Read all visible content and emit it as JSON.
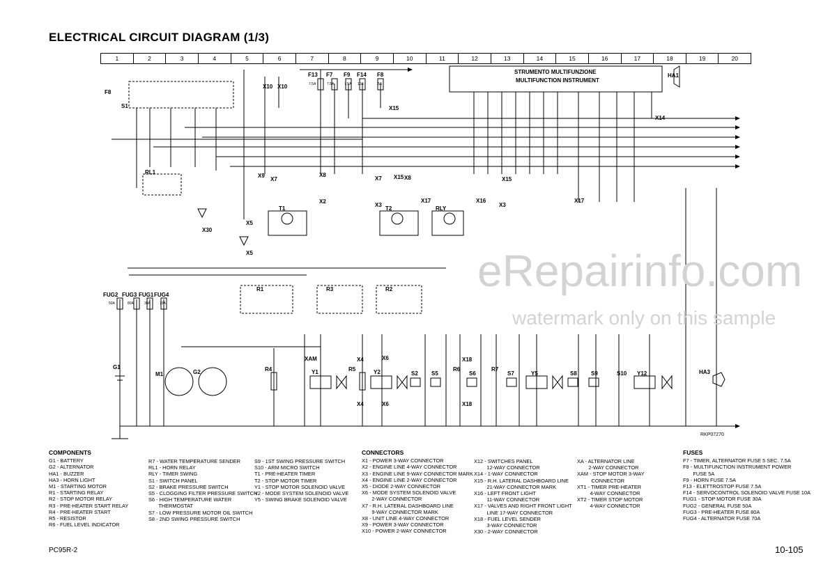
{
  "title": "ELECTRICAL CIRCUIT DIAGRAM (1/3)",
  "grid_columns": [
    "1",
    "2",
    "3",
    "4",
    "5",
    "6",
    "7",
    "8",
    "9",
    "10",
    "11",
    "12",
    "13",
    "14",
    "15",
    "16",
    "17",
    "18",
    "19",
    "20"
  ],
  "instrument": {
    "line1": "STRUMENTO MULTIFUNZIONE",
    "line2": "MULTIFUNCTION INSTRUMENT"
  },
  "fuses_top": [
    {
      "id": "F13",
      "rating": "7.5A"
    },
    {
      "id": "F7",
      "rating": "7.5A"
    },
    {
      "id": "F9",
      "rating": "7.5A"
    },
    {
      "id": "F14",
      "rating": "10A"
    },
    {
      "id": "F8",
      "rating": "5A"
    }
  ],
  "main_fuses": [
    {
      "id": "FUG2",
      "rating": "50A"
    },
    {
      "id": "FUG3",
      "rating": "80A"
    },
    {
      "id": "FUG1",
      "rating": "30A"
    },
    {
      "id": "FUG4",
      "rating": "70A"
    }
  ],
  "components_bottom": [
    "G1",
    "M1",
    "G2",
    "R4",
    "XAM",
    "Y1",
    "R5",
    "Y2",
    "S2",
    "S5",
    "R6",
    "S6",
    "R7",
    "S7",
    "Y5",
    "S8",
    "S9",
    "S10",
    "Y12",
    "HA3"
  ],
  "relay_labels": [
    "R1",
    "R3",
    "R2",
    "RL1"
  ],
  "timer_labels": [
    "T1",
    "T2",
    "RLY"
  ],
  "connector_labels": [
    "X10",
    "X10",
    "X15",
    "X15",
    "X9",
    "X7",
    "X8",
    "X2",
    "X7",
    "X15",
    "X8",
    "X17",
    "X3",
    "X16",
    "X3",
    "X17",
    "X5",
    "X5",
    "X30",
    "X4",
    "X4",
    "X6",
    "X6",
    "X18",
    "X18",
    "X14",
    "HA1",
    "S1",
    "F8"
  ],
  "ref_code": "RKP07270",
  "watermark": {
    "line1": "eRepairinfo.com",
    "line2": "watermark only on this sample"
  },
  "components": {
    "heading": "COMPONENTS",
    "col1": [
      "G1 - BATTERY",
      "G2 - ALTERNATOR",
      "HA1 - BUZZER",
      "HA3 - HORN LIGHT",
      "M1 - STARTING MOTOR",
      "R1 - STARTING RELAY",
      "R2 - STOP MOTOR RELAY",
      "R3 - PRE-HEATER START RELAY",
      "R4 - PRE-HEATER START",
      "R5 - RESISTOR",
      "R6 - FUEL LEVEL INDICATOR"
    ],
    "col2": [
      "R7 - WATER TEMPERATURE SENDER",
      "RL1 - HORN RELAY",
      "RLY - TIMER SWING",
      "S1 - SWITCH PANEL",
      "S2 - BRAKE PRESSURE SWITCH",
      "S5 - CLOGGING FILTER PRESSURE SWITCH",
      "S6 - HIGH TEMPERATURE WATER",
      "       THERMOSTAT",
      "S7 - LOW PRESSURE MOTOR OIL SWITCH",
      "S8 - 2ND SWING PRESSURE SWITCH"
    ],
    "col3": [
      "S9 - 1ST SWING PRESSURE SWITCH",
      "S10 - ARM MICRO SWITCH",
      "T1 - PRE-HEATER TIMER",
      "T2 - STOP MOTOR TIMER",
      "Y1 - STOP MOTOR SOLENOID VALVE",
      "Y2 - MODE SYSTEM SOLENOID VALVE",
      "Y5 - SWING BRAKE SOLENOID VALVE"
    ]
  },
  "connectors": {
    "heading": "CONNECTORS",
    "col1": [
      "X1 - POWER 3-WAY CONNECTOR",
      "X2 - ENGINE LINE 4-WAY CONNECTOR",
      "X3 - ENGINE LINE 9-WAY CONNECTOR MARK",
      "X4 - ENGINE LINE 2-WAY CONNECTOR",
      "X5 - DIODE 2-WAY CONNECTOR",
      "X6 - MODE SYSTEM SOLENOID VALVE",
      "       2-WAY CONNECTOR",
      "X7 - R.H. LATERAL DASHBOARD LINE",
      "       9-WAY CONNECTOR MARK",
      "X8 - UNIT LINE 4-WAY CONNECTOR",
      "X9 - POWER 3-WAY CONNECTOR",
      "X10 - POWER 2-WAY CONNECTOR"
    ],
    "col2": [
      "X12 - SWITCHES PANEL",
      "         12-WAY CONNECTOR",
      "X14 - 1-WAY CONNECTOR",
      "X15 - R.H. LATERAL DASHBOARD LINE",
      "         21-WAY CONNECTOR MARK",
      "X16 - LEFT FRONT LIGHT",
      "         11-WAY CONNECTOR",
      "X17 - VALVES AND RIGHT FRONT LIGHT",
      "         LINE 17-WAY CONNECTOR",
      "X18 - FUEL LEVEL SENDER",
      "         3-WAY CONNECTOR",
      "X30 - 2-WAY CONNECTOR"
    ],
    "col3": [
      "XA - ALTERNATOR LINE",
      "        2-WAY CONNECTOR",
      "XAM - STOP MOTOR 3-WAY",
      "          CONNECTOR",
      "XT1 - TIMER PRE-HEATER",
      "         4-WAY CONNECTOR",
      "XT2 - TIMER STOP MOTOR",
      "         4-WAY CONNECTOR"
    ]
  },
  "fuses": {
    "heading": "FUSES",
    "items": [
      "F7 - TIMER, ALTERNATOR FUSE 5 SEC. 7.5A",
      "F8 - MULTIFUNCTION INSTRUMENT POWER",
      "       FUSE 5A",
      "F9 - HORN FUSE 7.5A",
      "F13 - ELETTROSTOP FUSE 7.5A",
      "F14 - SERVOCONTROL SOLENOID VALVE FUSE 10A",
      "FUG1 - STOP MOTOR FUSE 30A",
      "FUG2 - GENERAL FUSE 50A",
      "FUG3 - PRE-HEATER FUSE 80A",
      "FUG4 - ALTERNATOR FUSE 70A"
    ]
  },
  "footer": {
    "model": "PC95R-2",
    "page": "10-105"
  }
}
